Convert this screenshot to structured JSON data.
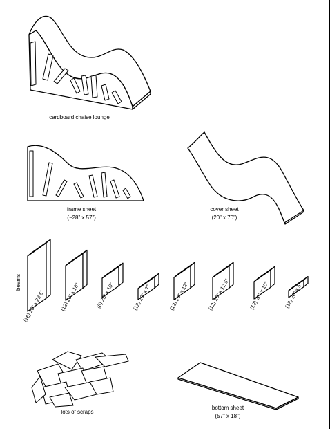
{
  "labels": {
    "chaise": "cardboard chaise lounge",
    "frame_title": "frame sheet",
    "frame_dims": "(~28” x 57”)",
    "cover_title": "cover sheet",
    "cover_dims": "(20” x 70”)",
    "beams": "beams",
    "scraps": "lots of scraps",
    "bottom_title": "bottom sheet",
    "bottom_dims": "(57” x 18”)"
  },
  "beams": [
    {
      "label": "(16) 20” x 23.5”"
    },
    {
      "label": "(12) 20” x 18”"
    },
    {
      "label": "(8) 20” x 10”"
    },
    {
      "label": "(12) 20” x 7”"
    },
    {
      "label": "(12) 20” x 12”"
    },
    {
      "label": "(12) 20” x 12.5”"
    },
    {
      "label": "(12) 20” x 10”"
    },
    {
      "label": "(12) 20” x 5”"
    }
  ],
  "colors": {
    "stroke": "#000000",
    "fill": "#ffffff"
  }
}
